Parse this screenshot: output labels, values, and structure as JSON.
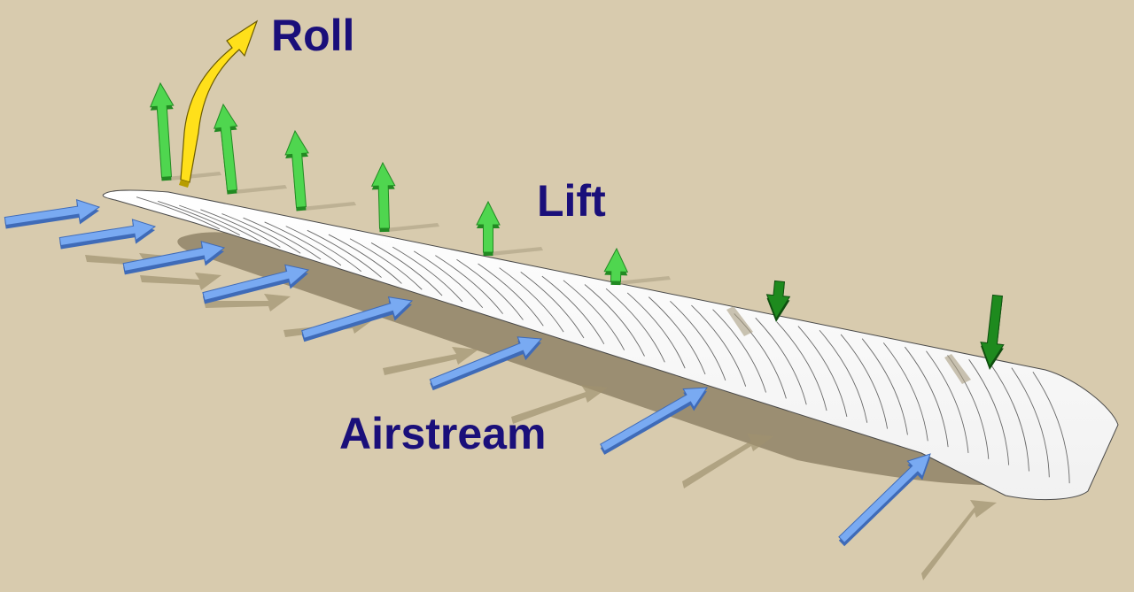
{
  "labels": {
    "roll": "Roll",
    "lift": "Lift",
    "airstream": "Airstream"
  },
  "colors": {
    "background": "#d8cbae",
    "label_text": "#1a0f7a",
    "wing_fill": "#ffffff",
    "wing_outline": "#4a4a4a",
    "shadow": "#9b8e72",
    "airstream_arrow": "#79aaf2",
    "lift_arrow_up": "#4fd64f",
    "lift_arrow_down": "#1e8a1e",
    "roll_arrow": "#ffe01a"
  },
  "icons": {
    "airstream": "arrow-right-icon",
    "lift_up": "arrow-up-icon",
    "lift_down": "arrow-down-icon",
    "roll": "curved-arrow-icon"
  }
}
